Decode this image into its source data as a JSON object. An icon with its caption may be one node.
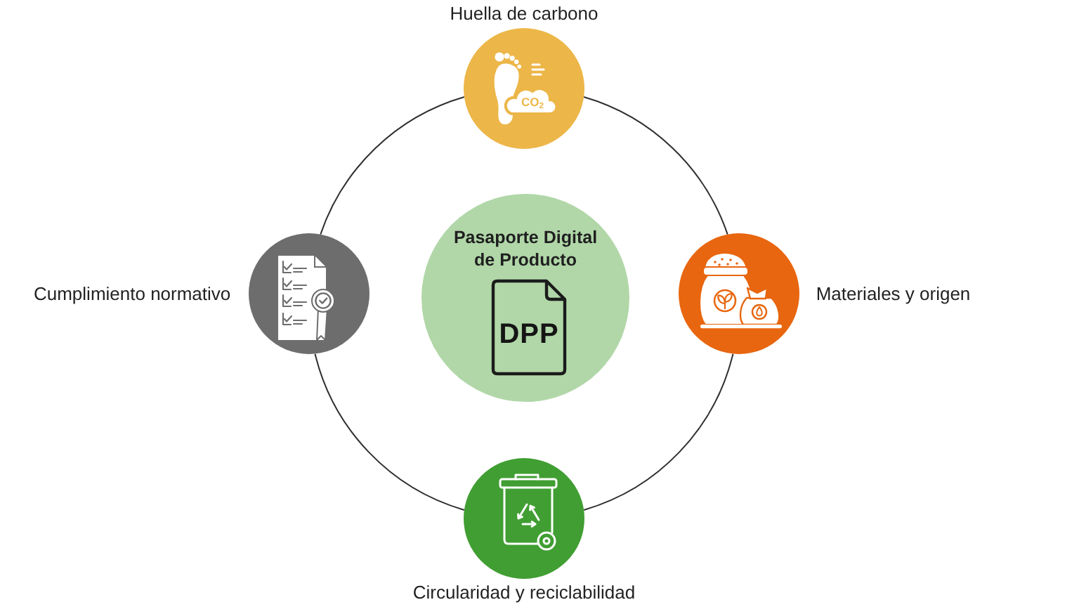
{
  "diagram": {
    "nodes": [
      {
        "text": [],
        "shape": "circle",
        "beside": [
          "Huella de carbono"
        ]
      },
      {
        "text": [],
        "shape": "circle",
        "beside": [
          "Cumplimiento normativo"
        ]
      },
      {
        "text": [
          "Pasaporte Digital de Producto"
        ]
      },
      {
        "text": [
          "DPP"
        ],
        "in": 2
      },
      {
        "text": [],
        "shape": "circle",
        "beside": [
          "Materiales y origen"
        ]
      },
      {
        "text": [],
        "shape": "circle",
        "beside": [
          "Circularidad y reciclabilidad"
        ]
      }
    ],
    "edges": [
      {
        "from": 0,
        "to": 4,
        "arrow": "none"
      },
      {
        "from": 4,
        "to": 5,
        "arrow": "none"
      },
      {
        "from": 5,
        "to": 1,
        "arrow": "none"
      },
      {
        "from": 1,
        "to": 0,
        "arrow": "none"
      }
    ],
    "labels": [
      "CO$_{2}$"
    ]
  }
}
